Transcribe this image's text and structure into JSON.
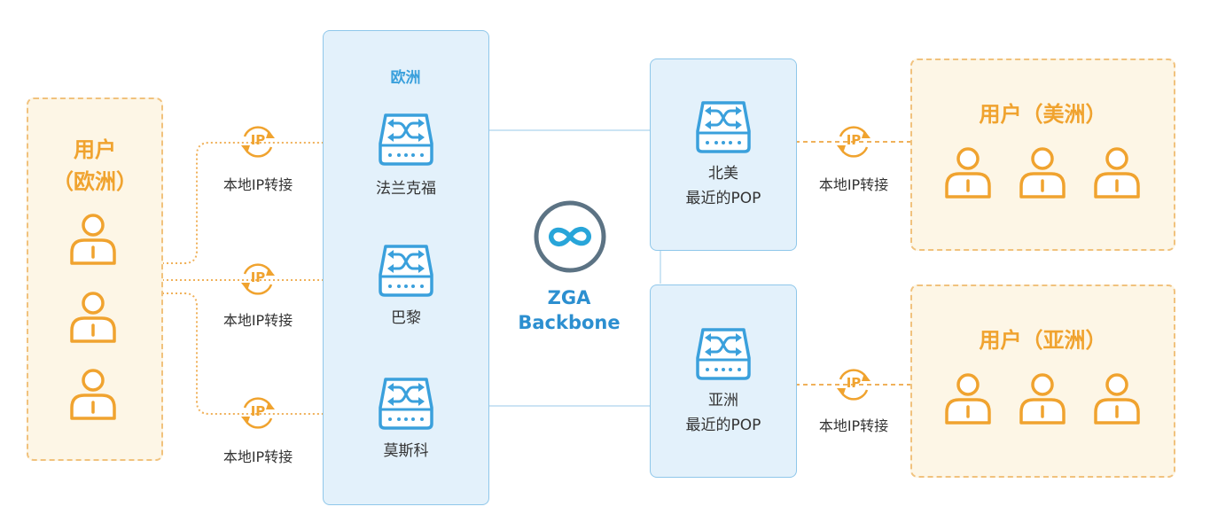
{
  "users_europe": {
    "title_line1": "用户",
    "title_line2": "（欧洲）"
  },
  "users_americas": {
    "title": "用户（美洲）"
  },
  "users_asia": {
    "title": "用户（亚洲）"
  },
  "europe_region": {
    "title": "欧洲",
    "nodes": [
      {
        "label": "法兰克福",
        "icon": "switch-icon"
      },
      {
        "label": "巴黎",
        "icon": "switch-icon"
      },
      {
        "label": "莫斯科",
        "icon": "switch-icon"
      }
    ]
  },
  "pop_north_america": {
    "line1": "北美",
    "line2": "最近的POP"
  },
  "pop_asia": {
    "line1": "亚洲",
    "line2": "最近的POP"
  },
  "ip_badge": {
    "text": "IP"
  },
  "ip_forward_label": "本地IP转接",
  "backbone": {
    "line1": "ZGA",
    "line2": "Backbone",
    "icon": "infinity-icon"
  },
  "colors": {
    "orange": "#f0a32f",
    "blue": "#3aa0dc",
    "user_bg": "#fdf6e6",
    "region_bg": "#e3f1fb"
  }
}
